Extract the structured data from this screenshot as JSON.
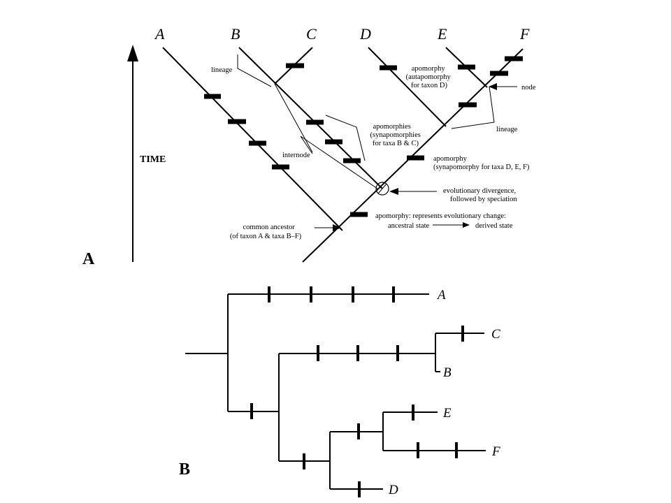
{
  "panel_a": {
    "label": "A",
    "time_label": "TIME",
    "taxa": [
      "A",
      "B",
      "C",
      "D",
      "E",
      "F"
    ],
    "annotations": {
      "lineage_left": "lineage",
      "lineage_right": "lineage",
      "node": "node",
      "autapomorphy": [
        "apomorphy",
        "(autapomorphy",
        "for taxon D)"
      ],
      "synapomorphies_bc": [
        "apomorphies",
        "(synapomorphies",
        "for taxa B & C)"
      ],
      "internode": "internode",
      "synapomorphy_def": [
        "apomorphy",
        "(synapomorphy for taxa D, E, F)"
      ],
      "divergence": [
        "evolutionary divergence,",
        "followed by speciation"
      ],
      "apomorphy_change": [
        "apomorphy:  represents evolutionary change:",
        "ancestral state",
        "derived state"
      ],
      "common_ancestor": [
        "common ancestor",
        "(of taxon A & taxa B–F)"
      ]
    }
  },
  "panel_b": {
    "label": "B",
    "taxa": [
      "A",
      "C",
      "B",
      "E",
      "F",
      "D"
    ]
  }
}
